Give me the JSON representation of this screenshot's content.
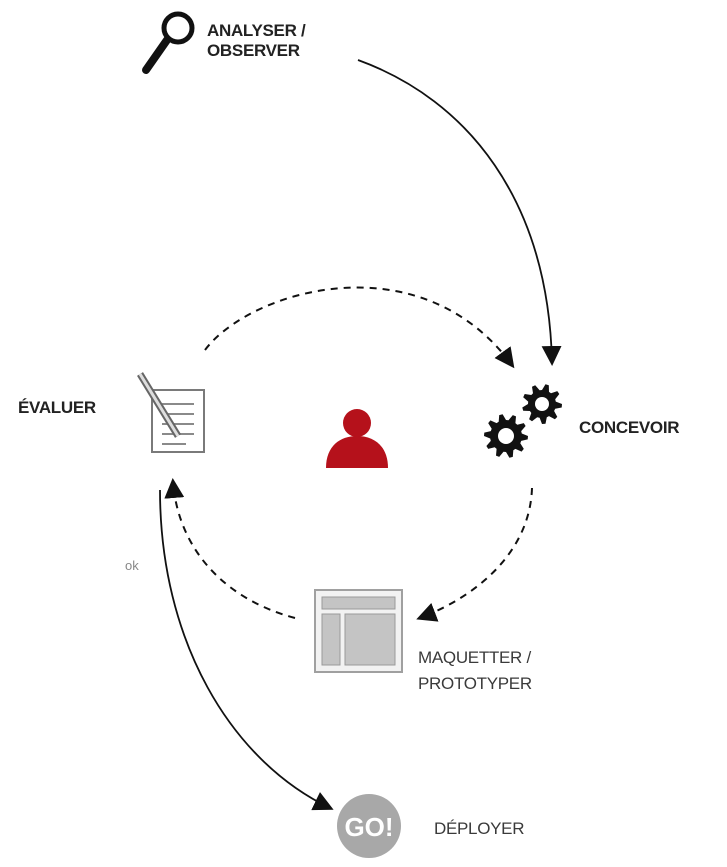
{
  "steps": {
    "analyser": {
      "line1": "ANALYSER /",
      "line2": "OBSERVER"
    },
    "concevoir": {
      "label": "CONCEVOIR"
    },
    "maquetter": {
      "line1": "MAQUETTER /",
      "line2": "PROTOTYPER"
    },
    "evaluer": {
      "label": "ÉVALUER"
    },
    "deployer": {
      "label": "DÉPLOYER"
    }
  },
  "ok_label": "ok",
  "go_badge": "GO!",
  "icons": {
    "analyser": "magnifier-icon",
    "concevoir": "gears-icon",
    "maquetter": "layout-wireframe-icon",
    "evaluer": "document-pencil-icon",
    "center": "user-icon",
    "deployer": "go-badge-icon"
  },
  "colors": {
    "user": "#b5111b",
    "go_badge": "#a8a8a8",
    "text": "#222222"
  }
}
